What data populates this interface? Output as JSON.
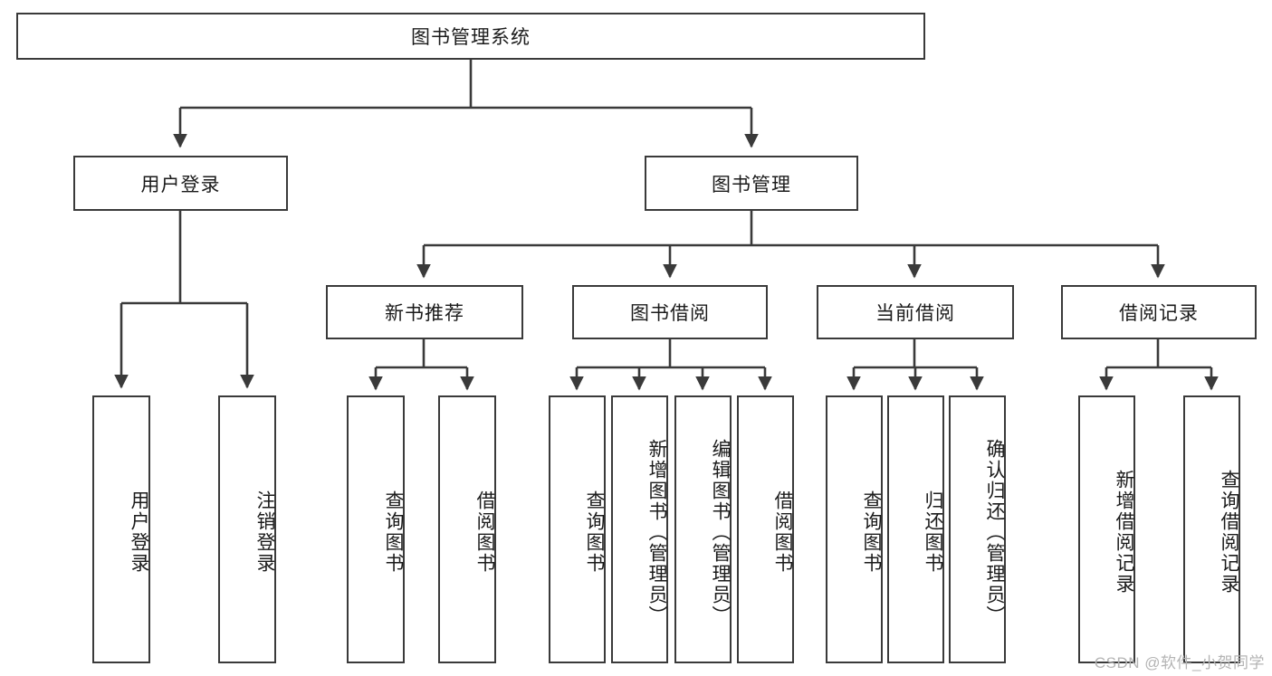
{
  "diagram": {
    "title": "图书管理系统",
    "type": "tree",
    "root": {
      "label": "图书管理系统"
    },
    "level2": [
      {
        "label": "用户登录"
      },
      {
        "label": "图书管理"
      }
    ],
    "level3": [
      {
        "label": "新书推荐"
      },
      {
        "label": "图书借阅"
      },
      {
        "label": "当前借阅"
      },
      {
        "label": "借阅记录"
      }
    ],
    "leaves": {
      "user_login": [
        {
          "label": "用户登录"
        },
        {
          "label": "注销登录"
        }
      ],
      "new_book_recommend": [
        {
          "label": "查询图书"
        },
        {
          "label": "借阅图书"
        }
      ],
      "book_borrow": [
        {
          "label": "查询图书"
        },
        {
          "label": "新增图书（管理员）"
        },
        {
          "label": "编辑图书（管理员）"
        },
        {
          "label": "借阅图书"
        }
      ],
      "current_borrow": [
        {
          "label": "查询图书"
        },
        {
          "label": "归还图书"
        },
        {
          "label": "确认归还（管理员）"
        }
      ],
      "borrow_record": [
        {
          "label": "新增借阅记录"
        },
        {
          "label": "查询借阅记录"
        }
      ]
    }
  },
  "watermark": {
    "text": "CSDN @软件_小贺同学"
  },
  "colors": {
    "stroke": "#3a3a3a",
    "background": "#ffffff",
    "text": "#1b1b1b",
    "watermark": "#b4b4b4"
  }
}
